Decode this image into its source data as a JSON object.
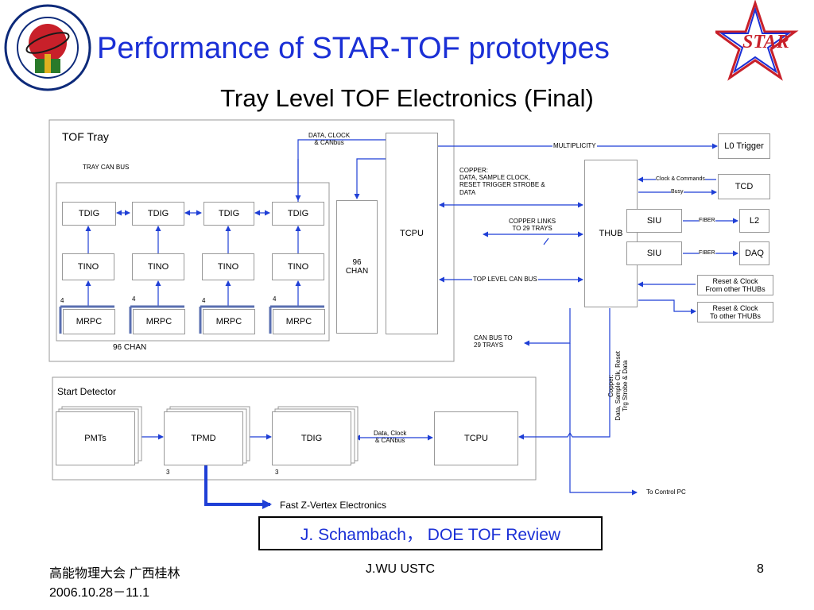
{
  "slide": {
    "title": "Performance of  STAR-TOF prototypes",
    "subtitle": "Tray Level TOF Electronics (Final)",
    "credit": "J. Schambach，  DOE TOF Review",
    "footer_left_line1": "高能物理大会 广西桂林",
    "footer_left_line2": "2006.10.28－11.1",
    "footer_center": "J.WU USTC",
    "page_number": "8",
    "logo_left": "university-seal",
    "logo_right_text": "STAR",
    "colors": {
      "title": "#1a2fd6",
      "arrow": "#1f3fd6",
      "box_border": "#999999",
      "credit_border": "#000000"
    }
  },
  "tof_tray": {
    "label": "TOF Tray",
    "can_bus_label": "TRAY CAN BUS",
    "chan_label": "96 CHAN",
    "tdig": [
      "TDIG",
      "TDIG",
      "TDIG",
      "TDIG"
    ],
    "tino": [
      "TINO",
      "TINO",
      "TINO",
      "TINO"
    ],
    "mrpc": [
      "MRPC",
      "MRPC",
      "MRPC",
      "MRPC"
    ],
    "mrpc_count": [
      "4",
      "4",
      "4",
      "4"
    ],
    "chan96_box": "96\nCHAN",
    "data_clock_label": "DATA, CLOCK\n& CANbus",
    "tcpu": "TCPU"
  },
  "thub_section": {
    "thub": "THUB",
    "multiplicity": "MULTIPLICITY",
    "l0_trigger": "L0 Trigger",
    "copper_label": "COPPER:\nDATA,  SAMPLE CLOCK,\nRESET  TRIGGER STROBE &\nDATA",
    "copper_links": "COPPER LINKS\nTO 29 TRAYS",
    "top_level_can": "TOP LEVEL CAN BUS",
    "can_bus_to": "CAN BUS TO\n29 TRAYS",
    "clock_commands": "Clock & Commands",
    "busy": "Busy",
    "tcd": "TCD",
    "siu": [
      "SIU",
      "SIU"
    ],
    "fiber": [
      "FIBER",
      "FIBER"
    ],
    "l2": "L2",
    "daq": "DAQ",
    "reset_from": "Reset & Clock\nFrom other THUBs",
    "reset_to": "Reset & Clock\nTo other THUBs",
    "copper_vertical": "Copper:\nData, Sample Clk, Reset\nTrg Strobe & Data",
    "to_control_pc": "To Control PC"
  },
  "start_detector": {
    "label": "Start Detector",
    "pmts": "PMTs",
    "tpmd": "TPMD",
    "tdig": "TDIG",
    "tcpu": "TCPU",
    "data_clock": "Data, Clock\n& CANbus",
    "count_tpmd": "3",
    "count_tdig": "3",
    "fast_z": "Fast Z-Vertex Electronics"
  }
}
